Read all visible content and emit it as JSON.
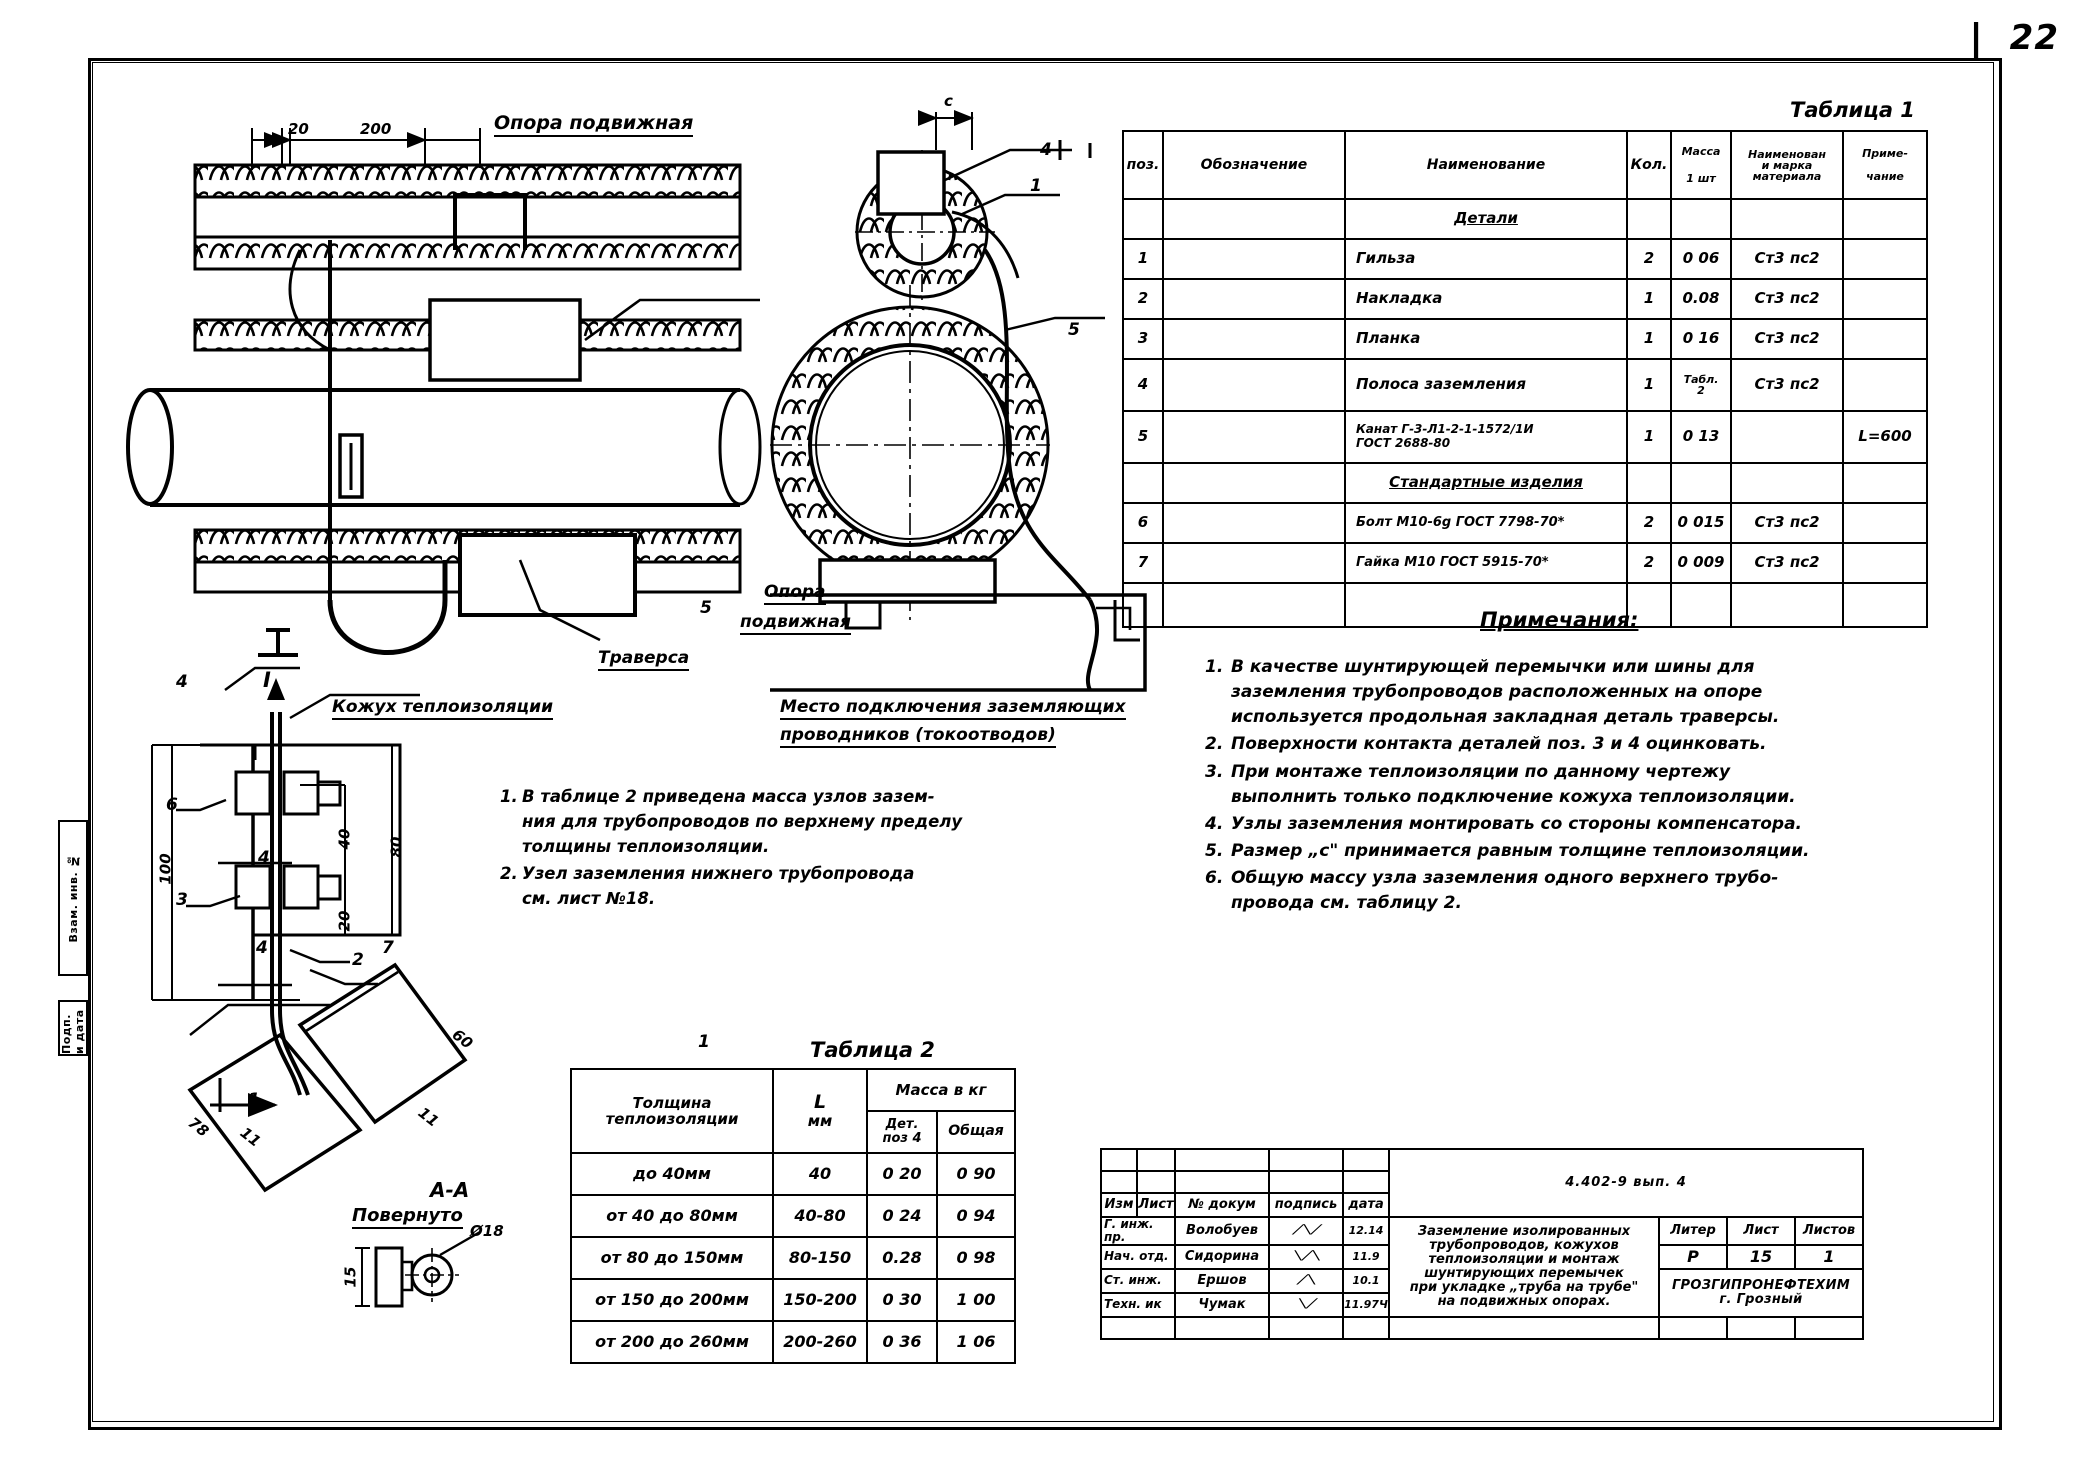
{
  "page": {
    "number": "22"
  },
  "margin_stamps": {
    "left_upper": "Взам. инв. №",
    "left_lower": "Подп. и дата"
  },
  "drawing_labels": {
    "opora_podvizhnaya_top": "Опора подвижная",
    "opora_podvizhnaya_right": "Опора",
    "opora_podvizhnaya_right2": "подвижная",
    "traversa": "Траверса",
    "kozhuh": "Кожух теплоизоляции",
    "mesto_line1": "Место подключения заземляющих",
    "mesto_line2": "проводников (токоотводов)",
    "section_I": "I",
    "section_AA": "А-А",
    "povernuto": "Повернуто",
    "dim_20": "20",
    "dim_200": "200",
    "dim_c": "с",
    "dim_100": "100",
    "dim_80": "80",
    "dim_40": "40",
    "dim_20b": "20",
    "dim_60": "60",
    "dim_78": "78",
    "dim_11": "11",
    "dim_diam18": "Ø18",
    "dim_15": "15",
    "pos_1": "1",
    "pos_2": "2",
    "pos_3": "3",
    "pos_4": "4",
    "pos_5": "5",
    "pos_6": "6",
    "pos_7": "7"
  },
  "table1": {
    "caption": "Таблица 1",
    "headers": {
      "pos": "поз.",
      "designation": "Обозначение",
      "name": "Наименование",
      "qty": "Кол.",
      "mass_l1": "Масса",
      "mass_l2": "1 шт",
      "material_l1": "Наименован",
      "material_l2": "и марка",
      "material_l3": "материала",
      "note_l1": "Приме-",
      "note_l2": "чание"
    },
    "sections": {
      "details": "Детали",
      "standard": "Стандартные изделия"
    },
    "rows": [
      {
        "pos": "1",
        "designation": "",
        "name": "Гильза",
        "qty": "2",
        "mass": "0 06",
        "material": "Ст3 пс2",
        "note": ""
      },
      {
        "pos": "2",
        "designation": "",
        "name": "Накладка",
        "qty": "1",
        "mass": "0.08",
        "material": "Ст3 пс2",
        "note": ""
      },
      {
        "pos": "3",
        "designation": "",
        "name": "Планка",
        "qty": "1",
        "mass": "0 16",
        "material": "Ст3 пс2",
        "note": ""
      },
      {
        "pos": "4",
        "designation": "",
        "name": "Полоса заземления",
        "qty": "1",
        "mass_l1": "Табл.",
        "mass_l2": "2",
        "material": "Ст3 пс2",
        "note": ""
      },
      {
        "pos": "5",
        "designation": "",
        "name_l1": "Канат Г-3-Л1-2-1-1572/1И",
        "name_l2": "ГОСТ 2688-80",
        "qty": "1",
        "mass": "0 13",
        "material": "",
        "note": "L=600"
      },
      {
        "pos": "6",
        "designation": "",
        "name": "Болт М10-6g ГОСТ 7798-70*",
        "qty": "2",
        "mass": "0 015",
        "material": "Ст3 пс2",
        "note": ""
      },
      {
        "pos": "7",
        "designation": "",
        "name": "Гайка М10 ГОСТ 5915-70*",
        "qty": "2",
        "mass": "0 009",
        "material": "Ст3 пс2",
        "note": ""
      }
    ]
  },
  "notes": {
    "title": "Примечания:",
    "items": [
      {
        "num": "1.",
        "lines": [
          "В качестве шунтирующей перемычки или шины для",
          "заземления трубопроводов расположенных на опоре",
          "используется продольная закладная деталь траверсы."
        ]
      },
      {
        "num": "2.",
        "lines": [
          "Поверхности контакта деталей поз. 3 и 4 оцинковать."
        ]
      },
      {
        "num": "3.",
        "lines": [
          "При монтаже теплоизоляции по данному чертежу",
          "выполнить только подключение кожуха теплоизоляции."
        ]
      },
      {
        "num": "4.",
        "lines": [
          "Узлы заземления монтировать со стороны компенсатора."
        ]
      },
      {
        "num": "5.",
        "lines": [
          "Размер „с\" принимается равным толщине теплоизоляции."
        ]
      },
      {
        "num": "6.",
        "lines": [
          "Общую массу узла заземления одного верхнего трубо-",
          "провода см. таблицу 2."
        ]
      }
    ]
  },
  "center_notes": {
    "items": [
      {
        "num": "1.",
        "lines": [
          "В таблице 2 приведена масса узлов зазем-",
          "ния для трубопроводов по верхнему пределу",
          "толщины теплоизоляции."
        ]
      },
      {
        "num": "2.",
        "lines": [
          "Узел заземления нижнего трубопровода",
          "см. лист №18."
        ]
      }
    ]
  },
  "table2": {
    "caption": "Таблица 2",
    "headers": {
      "thickness_l1": "Толщина",
      "thickness_l2": "теплоизоляции",
      "l_l1": "L",
      "l_l2": "мм",
      "mass_group": "Масса в кг",
      "det_l1": "Дет.",
      "det_l2": "поз 4",
      "total": "Общая"
    },
    "rows": [
      {
        "thickness": "до 40мм",
        "l": "40",
        "det": "0 20",
        "total": "0 90"
      },
      {
        "thickness": "от 40 до 80мм",
        "l": "40-80",
        "det": "0 24",
        "total": "0 94"
      },
      {
        "thickness": "от 80 до 150мм",
        "l": "80-150",
        "det": "0.28",
        "total": "0 98"
      },
      {
        "thickness": "от 150 до 200мм",
        "l": "150-200",
        "det": "0 30",
        "total": "1 00"
      },
      {
        "thickness": "от 200 до 260мм",
        "l": "200-260",
        "det": "0 36",
        "total": "1 06"
      }
    ]
  },
  "title_block": {
    "code": "4.402-9 вып. 4",
    "drawing_title": [
      "Заземление изолированных",
      "трубопроводов, кожухов",
      "теплоизоляции и монтаж",
      "шунтирующих перемычек",
      "при укладке „труба на трубе\"",
      "на подвижных опорах."
    ],
    "rev_headers": [
      "Изм",
      "Лист",
      "№ докум",
      "подпись",
      "дата"
    ],
    "roles": [
      "Г. инж. пр.",
      "Нач. отд.",
      "Ст. инж.",
      "Техн. ик"
    ],
    "names": [
      "Волобуев",
      "Сидорина",
      "Ершов",
      "Чумак"
    ],
    "dates": [
      "12.14",
      "11.9",
      "10.1",
      "11.97Ч"
    ],
    "liter_label": "Литер",
    "liter_value": "Р",
    "sheet_label": "Лист",
    "sheet_value": "15",
    "sheets_label": "Листов",
    "sheets_value": "1",
    "org_l1": "ГРОЗГИПРОНЕФТЕХИМ",
    "org_l2": "г. Грозный"
  }
}
